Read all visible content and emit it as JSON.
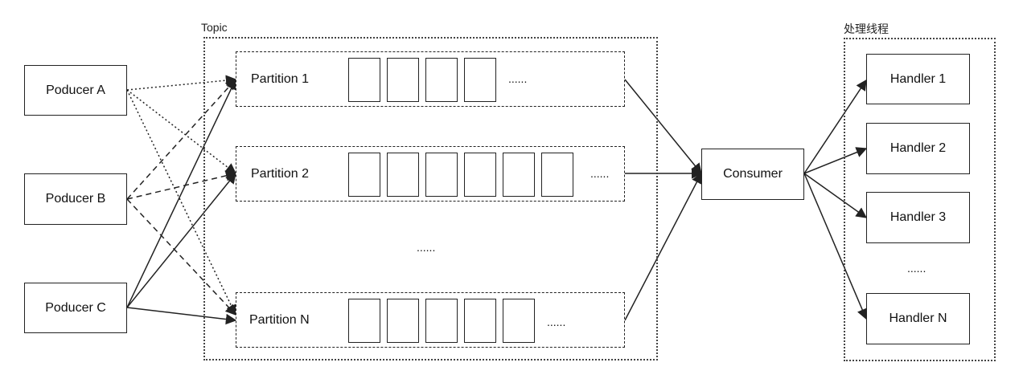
{
  "topic": {
    "label": "Topic"
  },
  "handlers_group": {
    "label": "处理线程"
  },
  "producers": [
    {
      "label": "Poducer A"
    },
    {
      "label": "Poducer B"
    },
    {
      "label": "Poducer C"
    }
  ],
  "partitions": [
    {
      "label": "Partition 1",
      "cells": 4,
      "ellipsis": "......"
    },
    {
      "label": "Partition 2",
      "cells": 6,
      "ellipsis": "......"
    },
    {
      "label": "Partition N",
      "cells": 5,
      "ellipsis": "......"
    }
  ],
  "partition_gap_ellipsis": "......",
  "consumer": {
    "label": "Consumer"
  },
  "handlers": [
    {
      "label": "Handler 1"
    },
    {
      "label": "Handler 2"
    },
    {
      "label": "Handler 3"
    },
    {
      "label": "Handler N"
    }
  ],
  "handler_gap_ellipsis": "......",
  "edge_styles": {
    "Poducer A": "dotted",
    "Poducer B": "dashed",
    "Poducer C": "solid"
  }
}
